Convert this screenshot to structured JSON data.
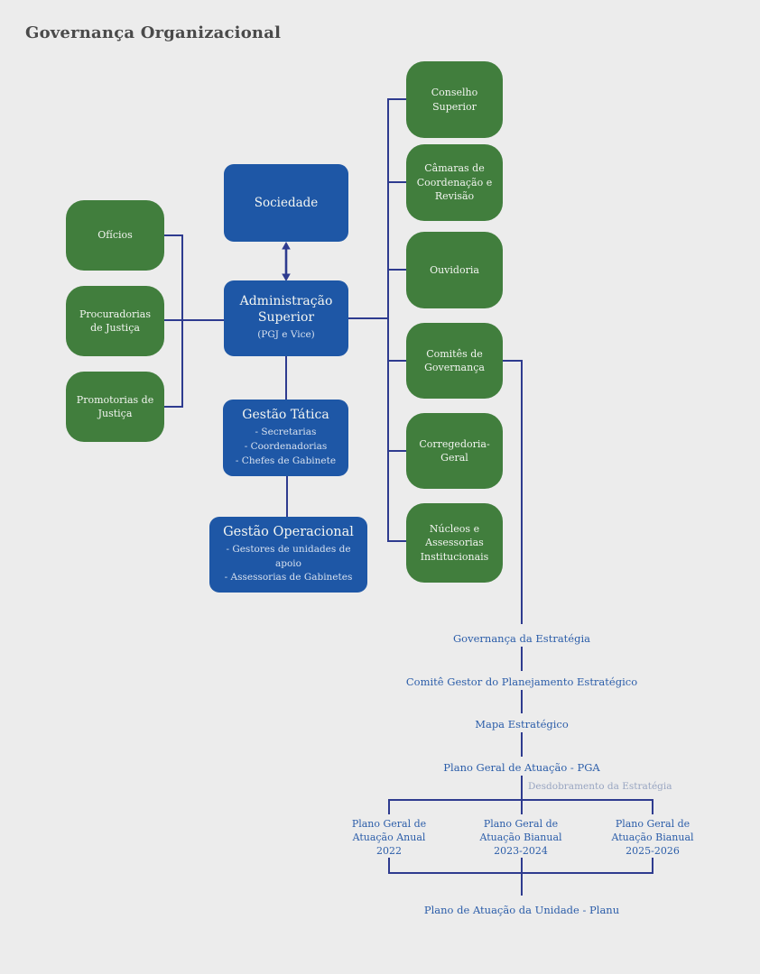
{
  "title": "Governança Organizacional",
  "colors": {
    "background": "#ececec",
    "green_box": "#417e3d",
    "blue_box": "#1e57a6",
    "connector": "#2e3b8f",
    "cascade_text": "#2b5da9",
    "branch_label_text": "#98a5c1",
    "title_text": "#4a4a4a"
  },
  "left_column": {
    "items": [
      "Ofícios",
      "Procuradorias de Justiça",
      "Promotorias de Justiça"
    ]
  },
  "center_column": {
    "sociedade": "Sociedade",
    "administracao_superior": {
      "title": "Administração Superior",
      "subtitle": "(PGJ e Vice)"
    },
    "gestao_tatica": {
      "title": "Gestão Tática",
      "items": "- Secretarias\n- Coordenadorias\n- Chefes de Gabinete"
    },
    "gestao_operacional": {
      "title": "Gestão Operacional",
      "items": "- Gestores de unidades de apoio\n- Assessorias de Gabinetes"
    }
  },
  "right_column": {
    "items": [
      "Conselho Superior",
      "Câmaras de Coordenação e Revisão",
      "Ouvidoria",
      "Comitês de Governança",
      "Corregedoria-Geral",
      "Núcleos e Assessorias Institucionais"
    ]
  },
  "strategy_cascade": {
    "levels": [
      "Governança da Estratégia",
      "Comitê Gestor do Planejamento Estratégico",
      "Mapa Estratégico",
      "Plano Geral de Atuação - PGA"
    ],
    "branch_label": "Desdobramento da Estratégia",
    "plans": [
      "Plano Geral de\nAtuação Anual\n2022",
      "Plano Geral de\nAtuação Bianual\n2023-2024",
      "Plano Geral de\nAtuação Bianual\n2025-2026"
    ],
    "footer": "Plano de Atuação da Unidade - Planu"
  }
}
